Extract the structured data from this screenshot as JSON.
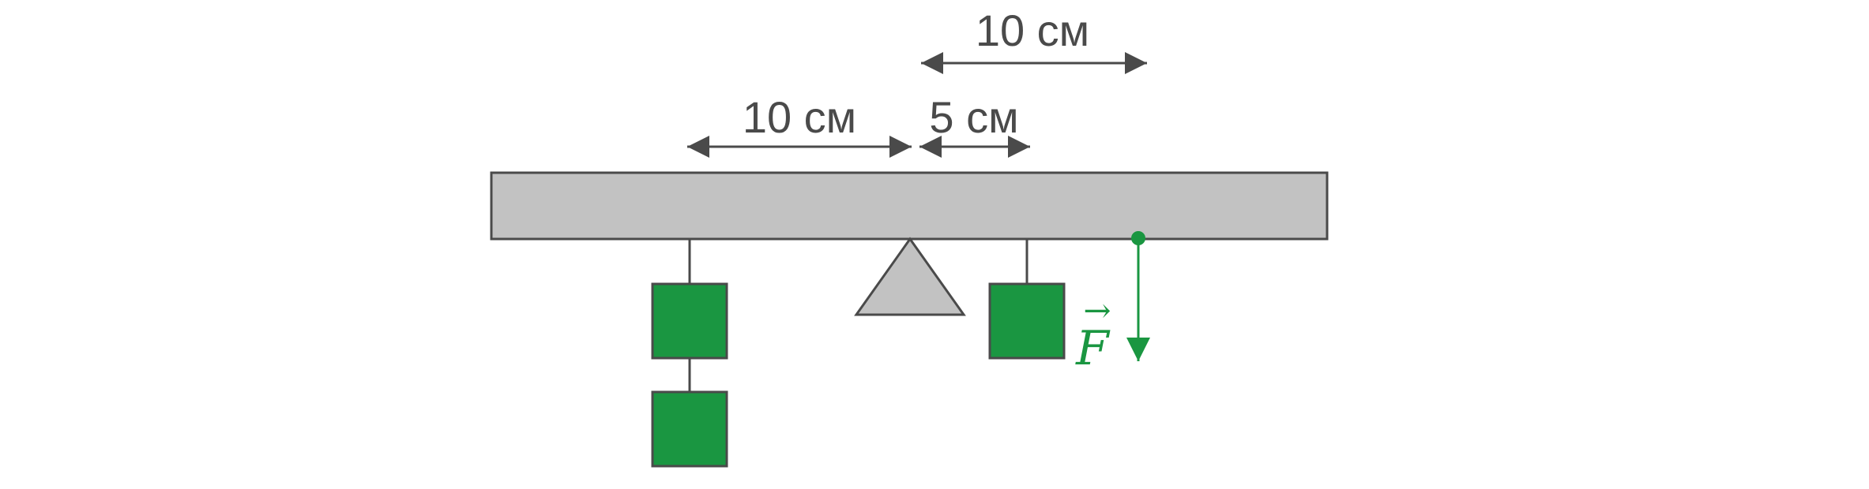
{
  "dimensions": {
    "top": "10 см",
    "left": "10 см",
    "right": "5 см"
  },
  "force": {
    "label": "F",
    "arrow_symbol": "→"
  },
  "colors": {
    "beam_fill": "#c2c2c2",
    "outline": "#4a4a4a",
    "weight_fill": "#1a9641",
    "force": "#1a9641",
    "text": "#4a4a4a"
  }
}
